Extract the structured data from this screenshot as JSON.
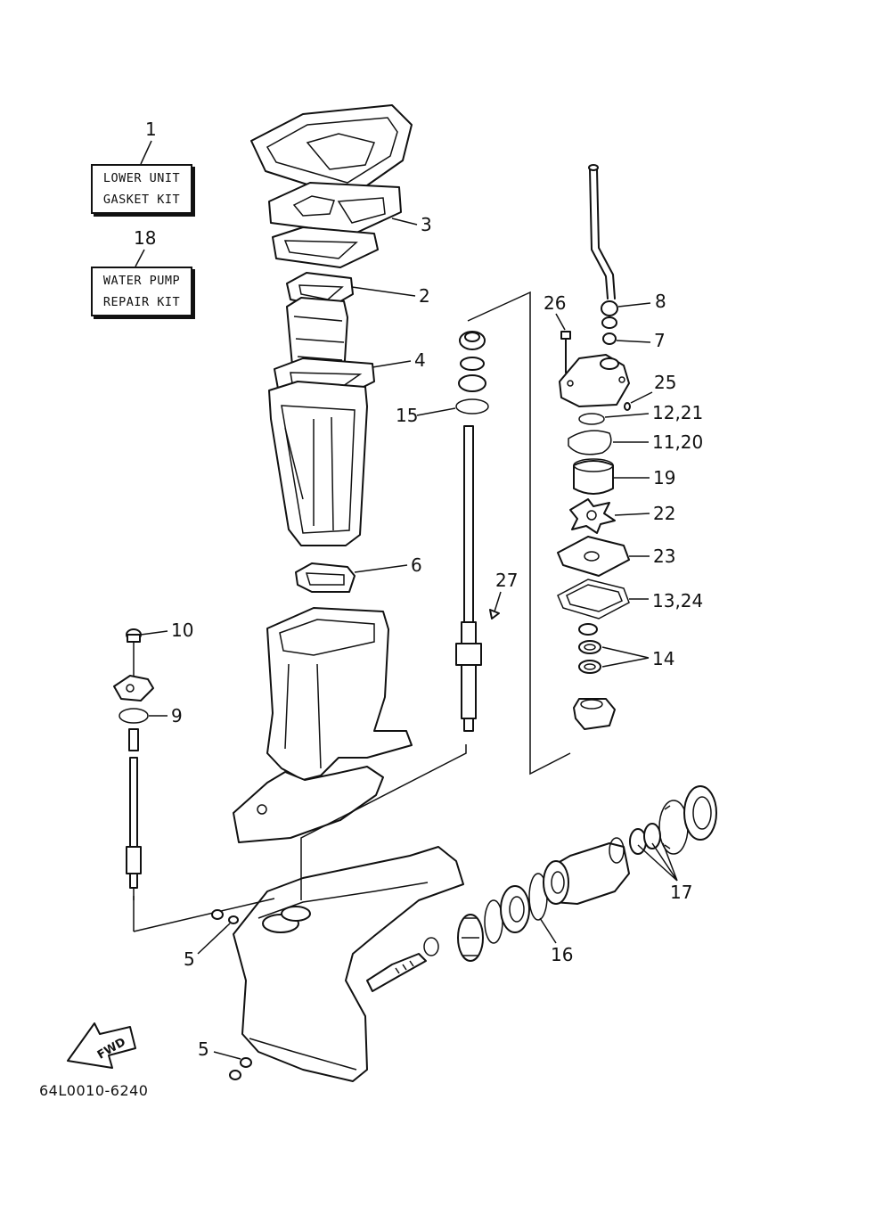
{
  "kits": [
    {
      "number": "1",
      "line1": "LOWER UNIT",
      "line2": "GASKET KIT"
    },
    {
      "number": "18",
      "line1": "WATER PUMP",
      "line2": "REPAIR KIT"
    }
  ],
  "callouts": {
    "c2": "2",
    "c3": "3",
    "c4": "4",
    "c5a": "5",
    "c5b": "5",
    "c6": "6",
    "c7": "7",
    "c8": "8",
    "c9": "9",
    "c10": "10",
    "c11": "11,20",
    "c12": "12,21",
    "c13": "13,24",
    "c14": "14",
    "c15": "15",
    "c16": "16",
    "c17": "17",
    "c19": "19",
    "c22": "22",
    "c23": "23",
    "c25": "25",
    "c26": "26",
    "c27": "27"
  },
  "fwd_label": "FWD",
  "drawing_code": "64L0010-6240"
}
